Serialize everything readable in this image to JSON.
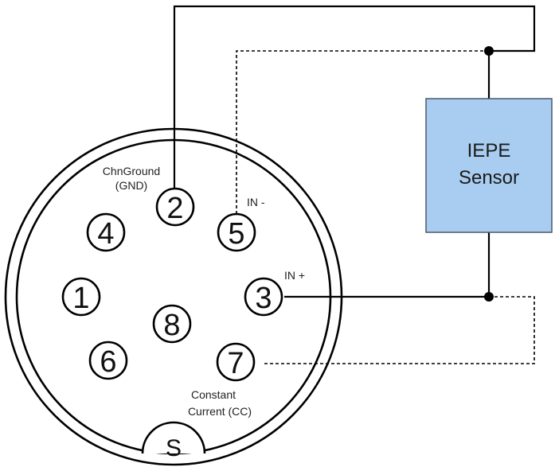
{
  "connector": {
    "pins": [
      "2",
      "4",
      "5",
      "1",
      "3",
      "8",
      "6",
      "7"
    ],
    "shield_label": "S",
    "pin_labels": {
      "gnd_line1": "ChnGround",
      "gnd_line2": "(GND)",
      "in_minus": "IN -",
      "in_plus": "IN +",
      "cc_line1": "Constant",
      "cc_line2": "Current (CC)"
    }
  },
  "sensor": {
    "line1": "IEPE",
    "line2": "Sensor",
    "fill_color": "#a9cdf0",
    "border_color": "#4a5a6a"
  }
}
